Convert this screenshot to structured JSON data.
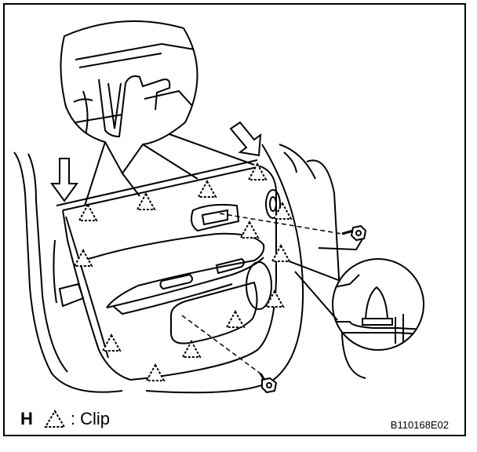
{
  "legend": {
    "letter": "H",
    "text": ": Clip",
    "symbol_icon": "dashed-triangle-icon"
  },
  "figure_code": "B110168E02",
  "colors": {
    "line": "#000000",
    "background": "#ffffff"
  }
}
